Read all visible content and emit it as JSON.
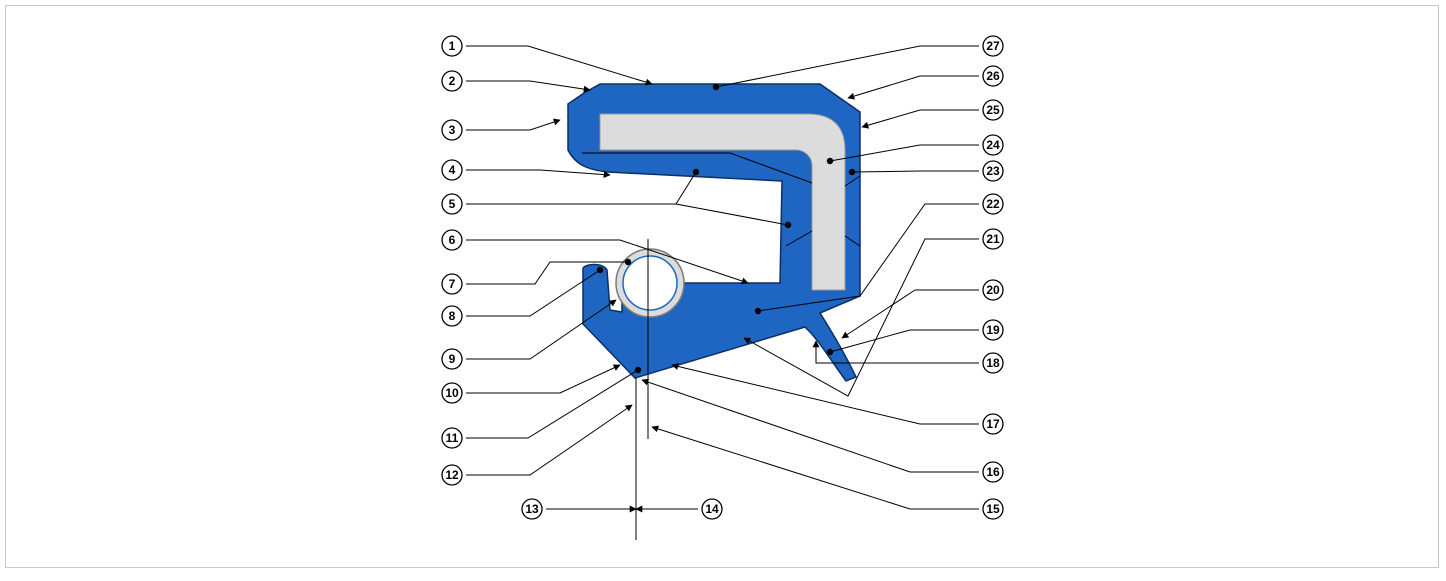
{
  "colors": {
    "seal": "#1e66c2",
    "seal_outline": "#0a2f66",
    "insert": "#dcdcdc",
    "spring": "#ffffff",
    "line": "#000000",
    "frame_border": "#c8c8c8"
  },
  "callouts": [
    "1",
    "2",
    "3",
    "4",
    "5",
    "6",
    "7",
    "8",
    "9",
    "10",
    "11",
    "12",
    "13",
    "14",
    "15",
    "16",
    "17",
    "18",
    "19",
    "20",
    "21",
    "22",
    "23",
    "24",
    "25",
    "26",
    "27"
  ]
}
